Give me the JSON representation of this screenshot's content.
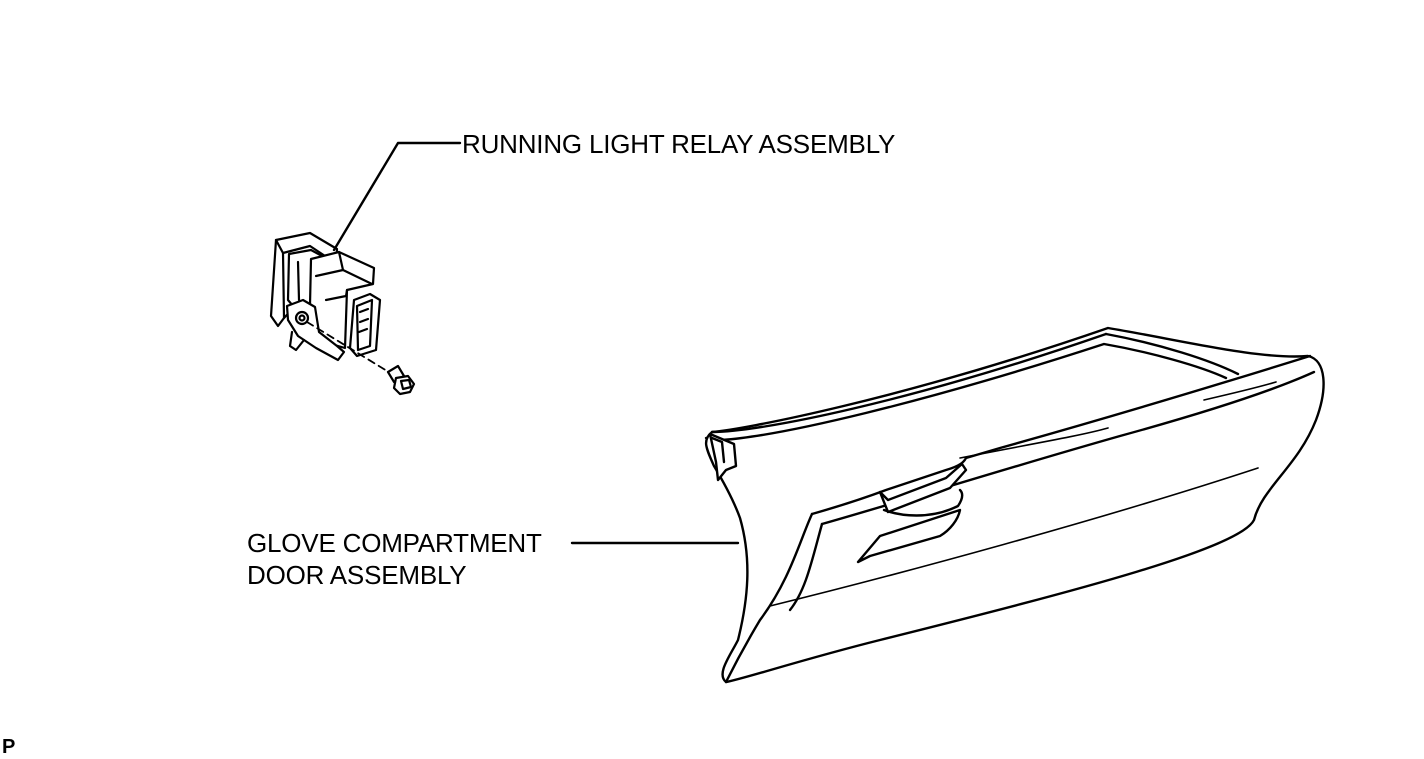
{
  "callouts": {
    "relay": "RUNNING LIGHT RELAY ASSEMBLY",
    "glove_line1": "GLOVE COMPARTMENT",
    "glove_line2": "DOOR ASSEMBLY"
  },
  "illustration_code": "P",
  "colors": {
    "ink": "#000000",
    "background": "#ffffff"
  }
}
